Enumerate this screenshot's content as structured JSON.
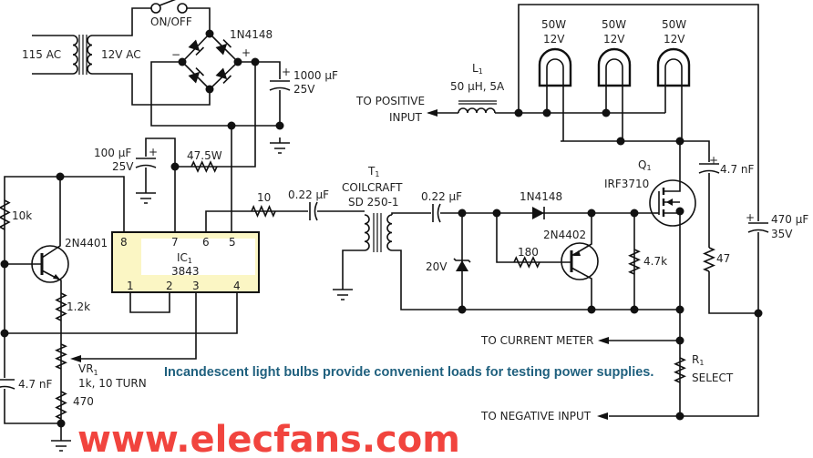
{
  "watermark": "www.elecfans.com",
  "caption": "Incandescent light bulbs provide convenient loads for testing power supplies.",
  "colors": {
    "caption": "#1f607e",
    "watermark": "#f0352e",
    "ic_fill": "#fbf6c4"
  },
  "power": {
    "primary": "115 AC",
    "secondary": "12V AC",
    "switch": "ON/OFF",
    "bridge": "1N4148",
    "plus": "+",
    "minus": "−",
    "c_main": "1000 µF",
    "c_main_v": "25V",
    "c_aux": "100 µF",
    "c_aux_v": "25V",
    "r_drop": "47.5W"
  },
  "controller": {
    "ic_ref": "IC",
    "ic_sub": "1",
    "ic_part": "3843",
    "pins": [
      "1",
      "2",
      "3",
      "4",
      "5",
      "6",
      "7",
      "8"
    ],
    "r_top": "10k",
    "q": "2N4401",
    "r_e": "1.2k",
    "vr_ref": "VR",
    "vr_sub": "1",
    "vr_value": "1k, 10 TURN",
    "c_t": "4.7 nF",
    "r_bottom": "470",
    "r_gate": "10",
    "c_couple": "0.22 µF"
  },
  "driver": {
    "t_ref": "T",
    "t_sub": "1",
    "t_make": "COILCRAFT",
    "t_part": "SD 250-1",
    "c_couple2": "0.22 µF",
    "diode": "1N4148",
    "zener": "20V",
    "r_base": "180",
    "q2": "2N4402",
    "r_pull": "4.7k",
    "q1_ref": "Q",
    "q1_sub": "1",
    "q1_part": "IRF3710"
  },
  "load": {
    "bulbs": [
      {
        "w": "50W",
        "v": "12V"
      },
      {
        "w": "50W",
        "v": "12V"
      },
      {
        "w": "50W",
        "v": "12V"
      }
    ],
    "l_ref": "L",
    "l_sub": "1",
    "l_value": "50 µH, 5A",
    "pos_in_1": "TO POSITIVE",
    "pos_in_2": "INPUT",
    "c_snub": "4.7 nF",
    "r_snub": "47",
    "c_bulk": "470 µF",
    "c_bulk_v": "35V",
    "meter": "TO CURRENT METER",
    "r1_ref": "R",
    "r1_sub": "1",
    "r1_value": "SELECT",
    "neg_in": "TO NEGATIVE INPUT"
  }
}
